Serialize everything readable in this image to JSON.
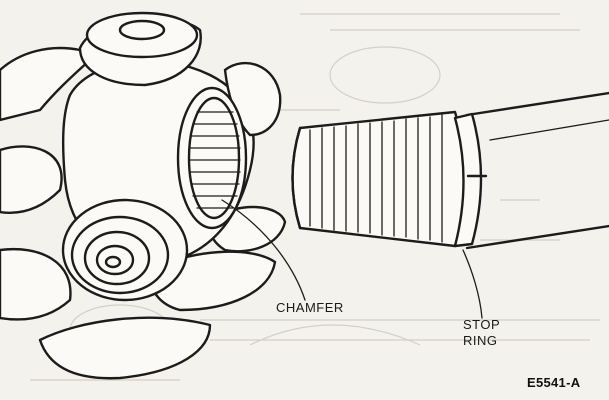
{
  "labels": {
    "chamfer": "CHAMFER",
    "stop_ring_line1": "STOP",
    "stop_ring_line2": "RING"
  },
  "figure_code": "E5541-A",
  "colors": {
    "background": "#f4f2ec",
    "ink": "#1c1c1c",
    "bleed_through": "#d3d0c6"
  }
}
